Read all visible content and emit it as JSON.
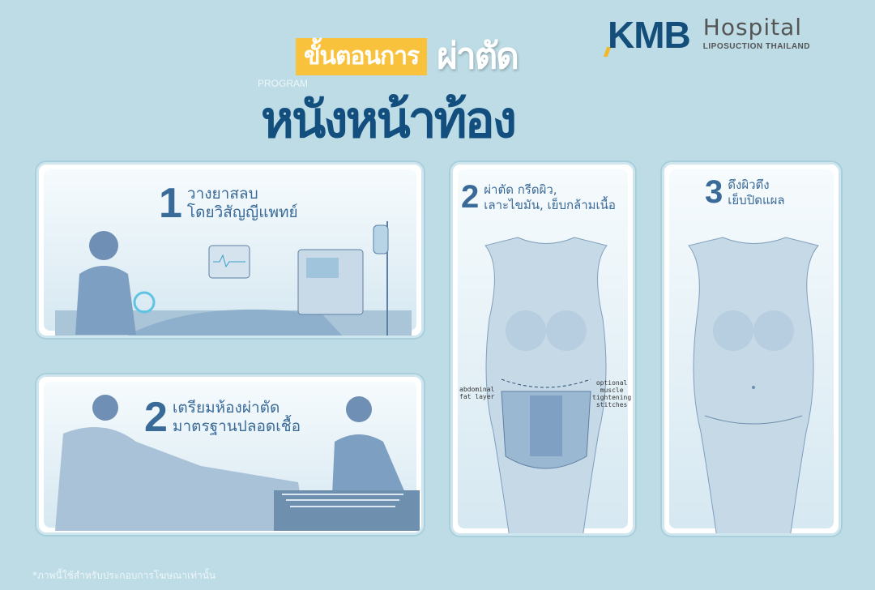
{
  "title": {
    "highlight": "ขั้นตอนการ",
    "accent": "ผ่าตัด",
    "program": "PROGRAM",
    "main": "หนังหน้าท้อง"
  },
  "logo": {
    "brand": "KMB",
    "name": "Hospital",
    "tagline": "LIPOSUCTION THAILAND"
  },
  "steps": [
    {
      "num": "1",
      "line1": "วางยาสลบ",
      "line2": "โดยวิสัญญีแพทย์"
    },
    {
      "num": "2",
      "line1": "เตรียมห้องผ่าตัด",
      "line2": "มาตรฐานปลอดเชื้อ"
    },
    {
      "num": "2",
      "line1": "ผ่าตัด กรีดผิว,",
      "line2": "เลาะไขมัน, เย็บกล้ามเนื้อ"
    },
    {
      "num": "3",
      "line1": "ดึงผิวตึง",
      "line2": "เย็บปิดแผล"
    }
  ],
  "labels": {
    "fat1": "abdominal",
    "fat2": "fat layer",
    "m1": "optional",
    "m2": "muscle",
    "m3": "tightening",
    "m4": "stitches"
  },
  "footnote": "*ภาพนี้ใช้สำหรับประกอบการโฆษณาเท่านั้น"
}
